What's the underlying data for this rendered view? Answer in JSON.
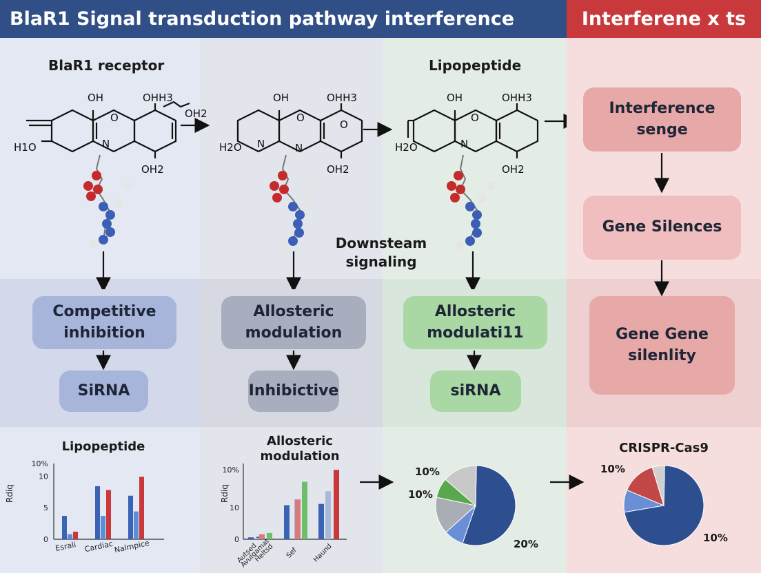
{
  "header": {
    "title": "BlaR1 Signal transduction pathway interference",
    "right_title": "Interferene x ts"
  },
  "labels": {
    "receptor": "BlaR1 receptor",
    "lipopeptide": "Lipopeptide",
    "downstream": "Downsteam signaling"
  },
  "molecules": [
    {
      "oh_top": "OH",
      "ohh3": "OHH3",
      "oh2_bottom": "OH2",
      "left_group": "H1O",
      "side_group": "OH2",
      "ring_o": "O",
      "ring_n": "N"
    },
    {
      "oh_top": "OH",
      "ohh3": "OHH3",
      "oh2_bottom": "OH2",
      "left_group": "H2O",
      "ring_o": "O",
      "ring_n": "N",
      "ring_n2": "N",
      "right_o": "O"
    },
    {
      "oh_top": "OH",
      "ohh3": "OHH3",
      "oh2_bottom": "OH2",
      "left_group": "H2O",
      "ring_o": "O",
      "ring_n": "N"
    }
  ],
  "mechanisms": {
    "col1": {
      "top": "Competitive inhibition",
      "bottom": "SiRNA"
    },
    "col2": {
      "top": "Allosteric modulation",
      "bottom": "Inhibictive"
    },
    "col3": {
      "top": "Allosteric modulati11",
      "bottom": "siRNA"
    }
  },
  "right_flow": [
    "Interference senge",
    "Gene Silences",
    "Gene Gene silenlity"
  ],
  "colors": {
    "blue": "#2f4f86",
    "red": "#c9393b",
    "green": "#5aa84e",
    "gray": "#bfbfbf",
    "light_blue": "#6a8fd6"
  },
  "chart_data": [
    {
      "type": "bar",
      "title": "Lipopeptide",
      "ylabel": "Rdiq",
      "yticks": [
        "0",
        "5",
        "10",
        "10%"
      ],
      "ylim": [
        0,
        12
      ],
      "categories": [
        "Esrali",
        "Cardiac",
        "Nalmpice"
      ],
      "series": [
        {
          "color": "#3b63b5",
          "values": [
            3.7,
            8.4,
            6.9
          ]
        },
        {
          "color": "#5a8fd8",
          "values": [
            0.8,
            3.7,
            4.4
          ]
        },
        {
          "color": "#c9393b",
          "values": [
            1.2,
            7.8,
            9.9
          ]
        }
      ]
    },
    {
      "type": "bar",
      "title": "Allosteric modulation",
      "ylabel": "Rdiq",
      "yticks": [
        "0",
        "10",
        "10%"
      ],
      "ylim": [
        0,
        12
      ],
      "categories": [
        "Autsed",
        "Avulgamat",
        "Heltsd",
        "Sef",
        "Haund"
      ],
      "series": [
        {
          "color": "#3b63b5",
          "values": [
            0.3,
            0.4,
            5.4,
            5.6
          ]
        },
        {
          "color": "#a7b8d8",
          "values": [
            0.2,
            6.3,
            7.6
          ]
        },
        {
          "color": "#6dbf6a",
          "values": [
            1.0,
            9.1
          ]
        },
        {
          "color": "#d97a7a",
          "values": [
            0.8,
            6.3
          ]
        },
        {
          "color": "#c9393b",
          "values": [
            11.0
          ]
        }
      ]
    },
    {
      "type": "pie",
      "labels": [
        "10%",
        "10%",
        "20%"
      ],
      "slices": [
        {
          "value": 55,
          "color": "#2e4f8f"
        },
        {
          "value": 8,
          "color": "#6a8fd6"
        },
        {
          "value": 15,
          "color": "#a9adb4"
        },
        {
          "value": 8,
          "color": "#5aa84e"
        },
        {
          "value": 14,
          "color": "#c8c8c8"
        }
      ]
    },
    {
      "type": "pie",
      "title": "CRISPR-Cas9",
      "labels": [
        "10%",
        "10%"
      ],
      "slices": [
        {
          "value": 72,
          "color": "#2e4f8f"
        },
        {
          "value": 9,
          "color": "#6a8fd6"
        },
        {
          "value": 14,
          "color": "#c24848"
        },
        {
          "value": 5,
          "color": "#d0d0d0"
        }
      ]
    }
  ]
}
